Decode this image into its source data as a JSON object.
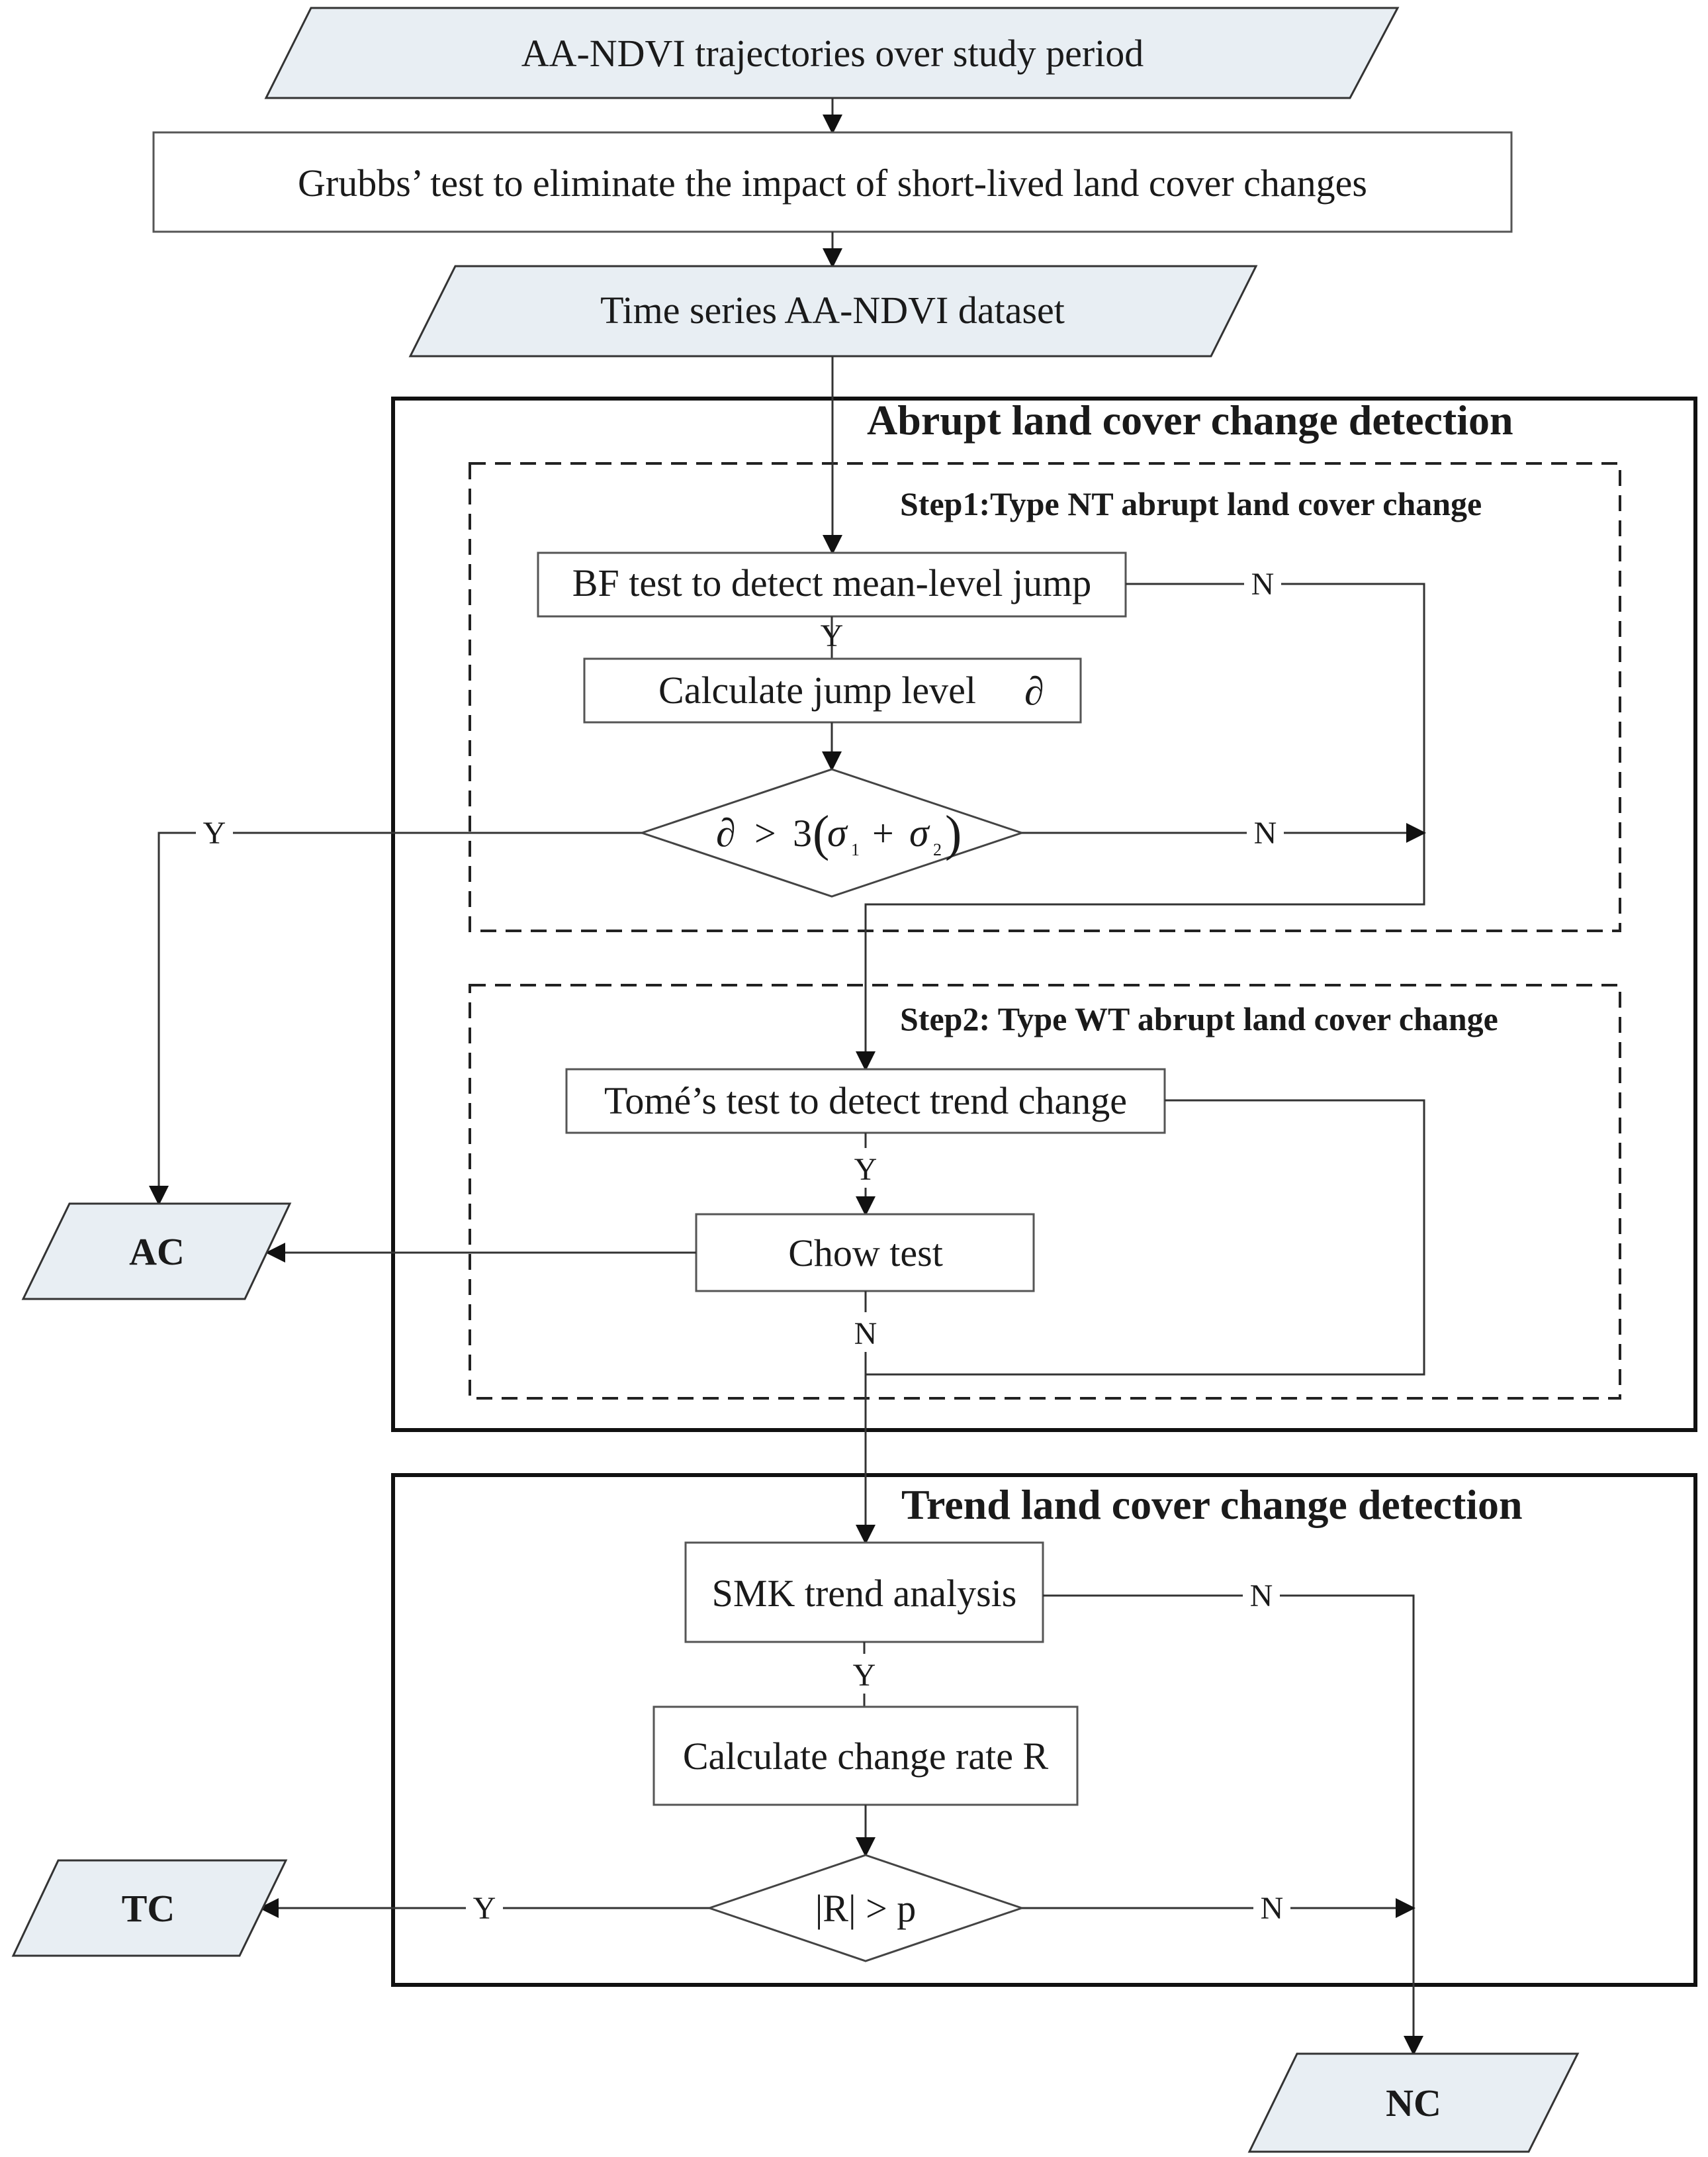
{
  "nodes": {
    "input_trajectories": "AA-NDVI trajectories over study period",
    "grubbs_test": "Grubbs’ test to eliminate the impact of short-lived land cover changes",
    "time_series_dataset": "Time series AA-NDVI dataset",
    "bf_test": "BF test to detect mean-level jump",
    "calc_jump": "Calculate jump level",
    "jump_symbol": "∂",
    "diamond1": {
      "partial": "∂",
      "gt": ">",
      "three": "3",
      "open": "(",
      "sigma1": "σ",
      "sub1": "1",
      "plus": "+",
      "sigma2": "σ",
      "sub2": "2",
      "close": ")"
    },
    "tome_test": "Tomé’s test to detect trend change",
    "chow_test": "Chow test",
    "smk_trend": "SMK trend analysis",
    "calc_rate": "Calculate change rate R",
    "diamond2": "|R| > p",
    "ac": "AC",
    "tc": "TC",
    "nc": "NC"
  },
  "sections": {
    "abrupt": "Abrupt land cover change detection",
    "step1": "Step1:Type NT abrupt land cover change",
    "step2": "Step2: Type WT abrupt land cover change",
    "trend": "Trend land cover change detection"
  },
  "edge_labels": {
    "bf_yes": "Y",
    "bf_no": "N",
    "d1_yes": "Y",
    "d1_no": "N",
    "tome_yes": "Y",
    "chow_no": "N",
    "smk_yes": "Y",
    "smk_no": "N",
    "d2_yes": "Y",
    "d2_no": "N"
  },
  "colors": {
    "io_fill": "#e8eef3",
    "stroke": "#333333"
  }
}
